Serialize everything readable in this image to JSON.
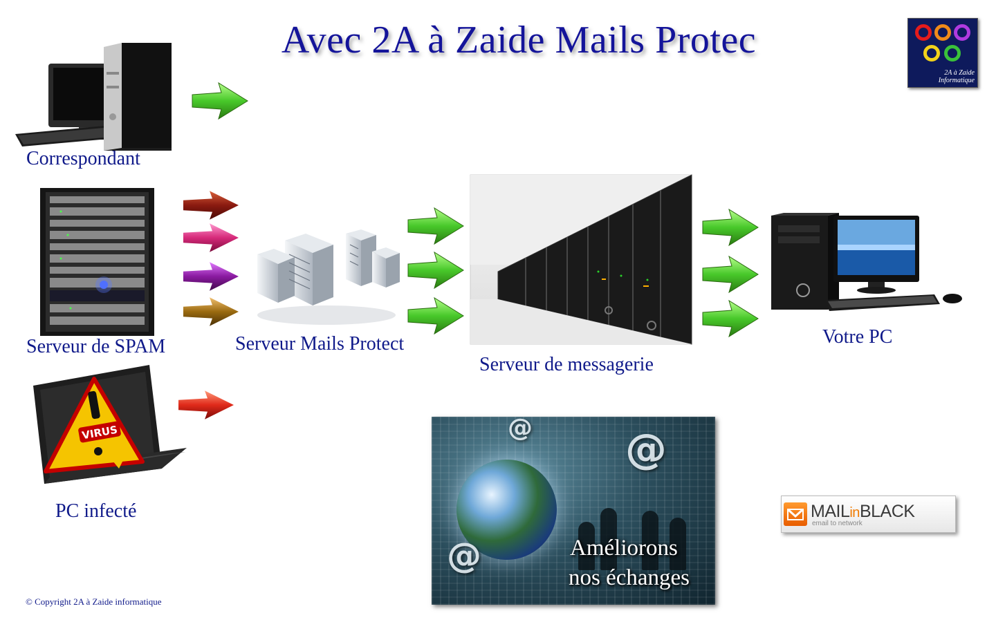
{
  "title": "Avec 2A à Zaide Mails Protec",
  "nodes": {
    "correspondant": "Correspondant",
    "spam_server": "Serveur de SPAM",
    "infected_pc": "PC infecté",
    "mails_protect_server": "Serveur Mails Protect",
    "mail_server": "Serveur de messagerie",
    "your_pc": "Votre PC"
  },
  "virus_label": "VIRUS",
  "logo_2a": {
    "line1": "2A à Zaide",
    "line2": "Informatique"
  },
  "mailinblack": {
    "name_part1": "MAIL",
    "name_part2": "in",
    "name_part3": "BLACK",
    "tagline": "email to network"
  },
  "banner": {
    "line1": "Améliorons",
    "line2": "nos  échanges",
    "at_symbol": "@"
  },
  "copyright": "© Copyright 2A à Zaide informatique",
  "colors": {
    "title": "#14149a",
    "label": "#101a8a",
    "arrow_green": "#48c82a",
    "arrow_spam": [
      "#8a1a10",
      "#d62a7a",
      "#8a1aa0",
      "#9a6a10"
    ],
    "arrow_virus": "#e02a1a"
  }
}
